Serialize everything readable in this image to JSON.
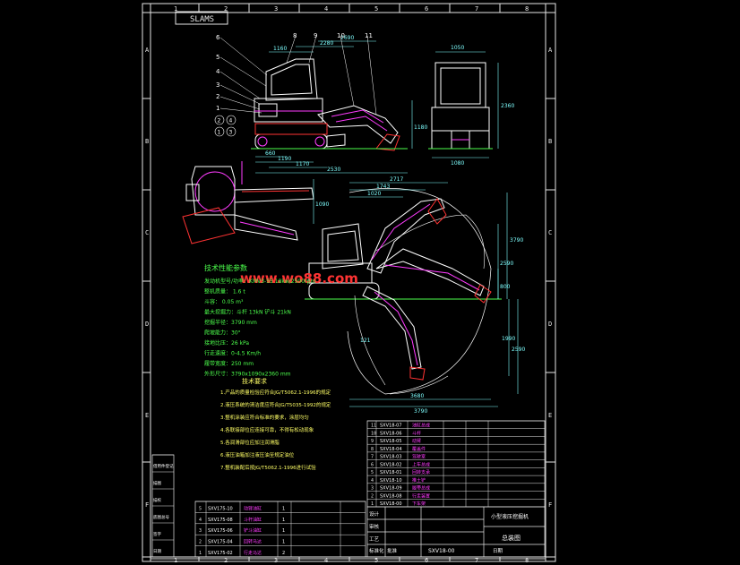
{
  "colors": {
    "bg": "#000000",
    "frame": "#e6e6e6",
    "outline": "#ffffff",
    "dim": "#7fffff",
    "hidden": "#ff3cff",
    "hatch": "#ff3333",
    "text_green": "#4cff4c",
    "text_yellow": "#ffff66",
    "watermark": "#ff2020"
  },
  "sheet": {
    "code_box": "SLAMS",
    "grid_cols": [
      "1",
      "2",
      "3",
      "4",
      "5",
      "6",
      "7",
      "8"
    ],
    "grid_rows": [
      "A",
      "B",
      "C",
      "D",
      "E",
      "F"
    ]
  },
  "watermark": "www.wo88.com",
  "balloons": [
    "6",
    "5",
    "4",
    "3",
    "2",
    "1",
    "8",
    "9",
    "10",
    "11",
    "2",
    "4",
    "1",
    "3"
  ],
  "dims": {
    "side_top": [
      "1160",
      "2280",
      "2690"
    ],
    "side_bottom": [
      "660",
      "1190",
      "1170",
      "2530"
    ],
    "side_right": "1180",
    "front_top": "1050",
    "front_bottom": "1080",
    "front_right": "2360",
    "work_top": [
      "2717",
      "1743",
      "1020"
    ],
    "work_right": [
      "3790",
      "2590",
      "800"
    ],
    "work_bottom": [
      "3680",
      "3790"
    ],
    "work_left": "1090",
    "work_right2": [
      "1990",
      "2590"
    ],
    "work_tag": "121"
  },
  "specs": {
    "title": "技术性能参数",
    "lines": [
      "发动机型号/功率：KMV3-55 18kw/2500rpm",
      "整机质量： 1.6 t",
      "斗容： 0.05 m³",
      "最大挖掘力：斗杆 13kN 铲斗 21kN",
      "挖掘半径：3790 mm",
      "爬坡能力：30°",
      "接地比压：26 kPa",
      "行走速度：0-4.5 Km/h",
      "履带宽度：250 mm",
      "外形尺寸：3790x1090x2360 mm"
    ]
  },
  "notes": {
    "title": "技术要求",
    "lines": [
      "1.产品的质量检验应符合JG/T5062.1-1996的规定",
      "2.液压系统的清洁度应符合JG/T5035-1992的规定",
      "3.整机涂装应符合标准的要求，涂层均匀",
      "4.各联接部位应连接可靠，不得有松动现象",
      "5.各润滑部位应加注润滑脂",
      "6.液压油箱加注液压油至规定油位",
      "7.整机装配后按JG/T5062.1-1996进行试验"
    ]
  },
  "parts_right": [
    [
      "11",
      "SXV18-07",
      "油缸总成"
    ],
    [
      "10",
      "SXV18-06",
      "斗杆"
    ],
    [
      "9",
      "SXV18-05",
      "动臂"
    ],
    [
      "8",
      "SXV18-04",
      "覆盖件"
    ],
    [
      "7",
      "SXV18-03",
      "驾驶室"
    ],
    [
      "6",
      "SXV18-02",
      "上车总成"
    ],
    [
      "5",
      "SXV18-01",
      "回转支承"
    ],
    [
      "4",
      "SXV18-10",
      "推土铲"
    ],
    [
      "3",
      "SXV18-09",
      "履带总成"
    ],
    [
      "2",
      "SXV18-08",
      "行走装置"
    ],
    [
      "1",
      "SXV18-00",
      "下车架"
    ]
  ],
  "parts_left": [
    [
      "5",
      "SXV175-10",
      "动臂油缸",
      "1"
    ],
    [
      "4",
      "SXV175-08",
      "斗杆油缸",
      "1"
    ],
    [
      "3",
      "SXV175-06",
      "铲斗油缸",
      "1"
    ],
    [
      "2",
      "SXV175-04",
      "回转马达",
      "1"
    ],
    [
      "1",
      "SXV175-02",
      "行走马达",
      "2"
    ]
  ],
  "title_block": {
    "name": "小型液压挖掘机",
    "sub": "总装图",
    "drawing_no": "SXV18-00",
    "company": "",
    "labels": [
      "设计",
      "审核",
      "工艺",
      "标准化",
      "批准",
      "日期"
    ]
  },
  "left_strip": [
    "借用件登记",
    "描图",
    "描校",
    "底图总号",
    "签字",
    "日期"
  ]
}
